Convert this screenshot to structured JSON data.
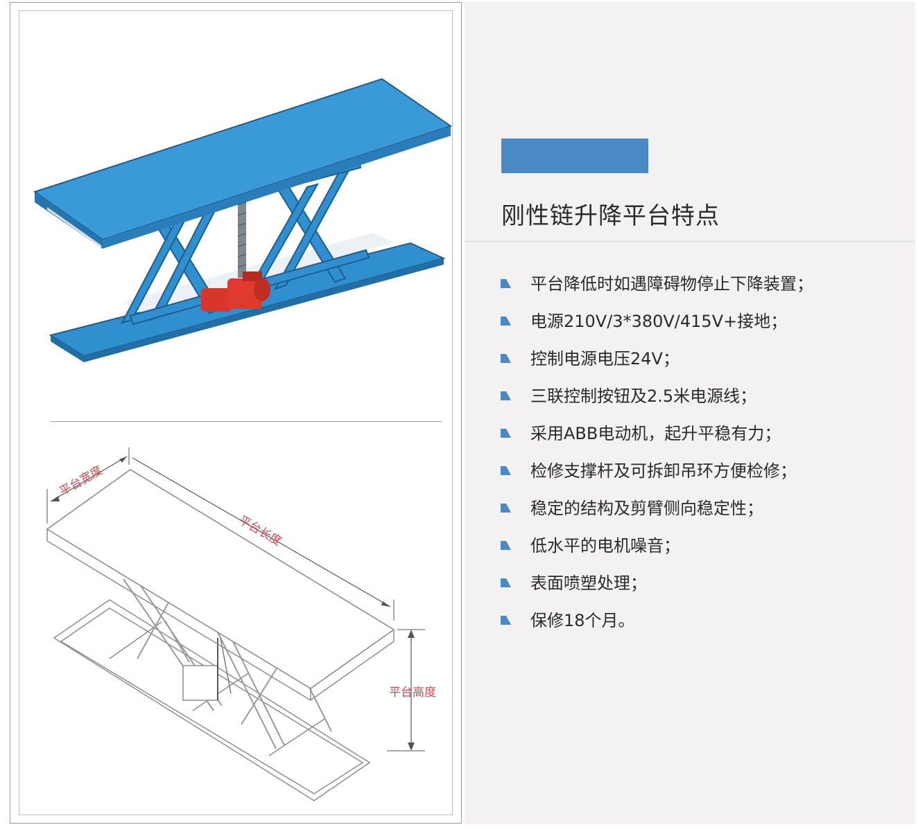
{
  "diagram": {
    "width_label": "平台宽度",
    "length_label": "平台长度",
    "height_label": "平台高度"
  },
  "colors": {
    "accent": "#4a8ac4",
    "platform_blue": "#2f8fcf",
    "motor_red": "#d9362b"
  },
  "features": {
    "title": "刚性链升降平台特点",
    "items": [
      "平台降低时如遇障碍物停止下降装置；",
      "电源210V/3*380V/415V+接地；",
      "控制电源电压24V；",
      "三联控制按钮及2.5米电源线；",
      "采用ABB电动机，起升平稳有力；",
      "检修支撑杆及可拆卸吊环方便检修；",
      "稳定的结构及剪臂侧向稳定性；",
      "低水平的电机噪音；",
      "表面喷塑处理；",
      "保修18个月。"
    ]
  }
}
